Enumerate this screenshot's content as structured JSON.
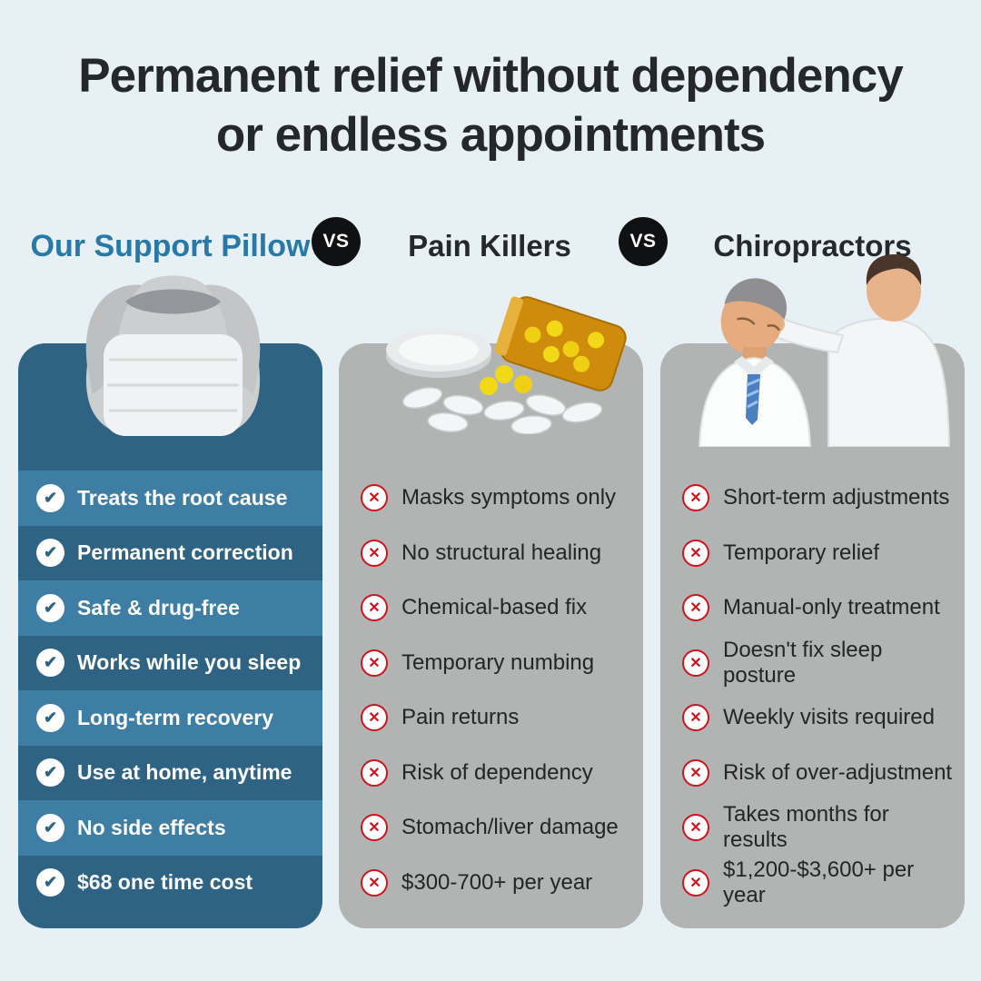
{
  "title": {
    "line1": "Permanent relief without dependency",
    "line2": "or endless appointments"
  },
  "header": {
    "option1": "Our Support Pillow",
    "vs1": "VS",
    "option2": "Pain Killers",
    "vs2": "VS",
    "option3": "Chiropractors"
  },
  "icons": {
    "check": "✔",
    "cross": "✕"
  },
  "images": {
    "pillow": "neck-support-pillow-product",
    "painkillers": "spilled-pill-bottle-with-pills",
    "chiropractors": "chiropractor-adjusting-patient-neck"
  },
  "columns": {
    "pillow": {
      "items": [
        "Treats the root cause",
        "Permanent correction",
        "Safe & drug-free",
        "Works while you sleep",
        "Long-term recovery",
        "Use at home, anytime",
        "No side effects",
        "$68 one time cost"
      ]
    },
    "painkillers": {
      "items": [
        "Masks symptoms only",
        "No structural healing",
        "Chemical-based fix",
        "Temporary numbing",
        "Pain returns",
        "Risk of dependency",
        "Stomach/liver damage",
        "$300-700+ per year"
      ]
    },
    "chiropractors": {
      "items": [
        "Short-term adjustments",
        "Temporary relief",
        "Manual-only treatment",
        "Doesn't fix sleep posture",
        "Weekly visits required",
        "Risk of over-adjustment",
        "Takes months for results",
        "$1,200-$3,600+ per year"
      ]
    }
  },
  "colors": {
    "background": "#e6f0f5",
    "title_text": "#25282b",
    "accent_blue": "#2878a8",
    "column_blue_dark": "#2e6383",
    "column_blue_light": "#3f7ea4",
    "column_gray": "#b2b3b3",
    "cross_red": "#cf141f",
    "vs_badge": "#101113"
  }
}
